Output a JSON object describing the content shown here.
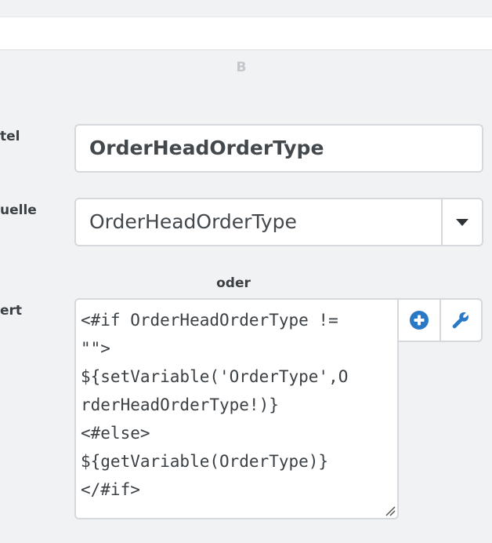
{
  "column": {
    "letter": "B"
  },
  "rows": {
    "title_label": "tel",
    "source_label": "uelle",
    "value_label": "ert"
  },
  "title_input": {
    "value": "OrderHeadOrderType"
  },
  "source_select": {
    "selected": "OrderHeadOrderType"
  },
  "or_text": "oder",
  "expression": {
    "lines": [
      "<#if OrderHeadOrderType !=",
      "\"\">",
      "${setVariable('OrderType',O",
      "rderHeadOrderType!)}",
      "<#else>",
      "${getVariable(OrderType)}",
      "</#if>"
    ]
  },
  "icons": {
    "add": "plus-circle-icon",
    "tools": "wrench-icon",
    "dropdown": "chevron-down-icon"
  },
  "colors": {
    "accent": "#2a79c6"
  }
}
